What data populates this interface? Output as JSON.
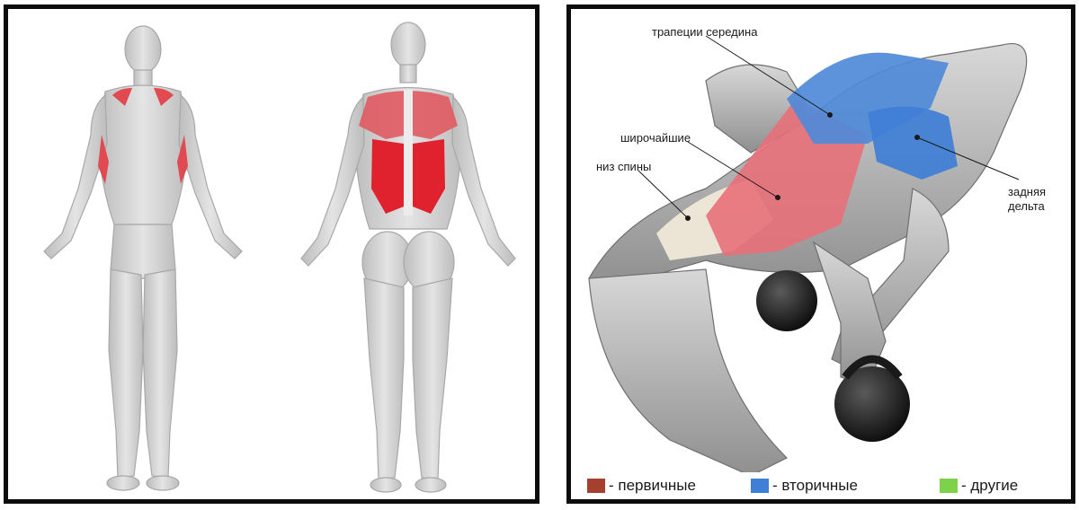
{
  "labels": {
    "trapezius_middle": "трапеции середина",
    "latissimus": "широчайшие",
    "lower_back": "низ спины",
    "rear_delt_line1": "задняя",
    "rear_delt_line2": "дельта"
  },
  "legend": [
    {
      "text": "- первичные",
      "color": "#a5402f"
    },
    {
      "text": "- вторичные",
      "color": "#3f7fd6"
    },
    {
      "text": "- другие",
      "color": "#7dd14b"
    }
  ],
  "colors": {
    "muscle_grey": "#cfcfcf",
    "primary_red": "#e8707a",
    "secondary_blue": "#4f8ad8",
    "lower_back_cream": "#f0e8d8",
    "frame": "#0c0c0c"
  }
}
